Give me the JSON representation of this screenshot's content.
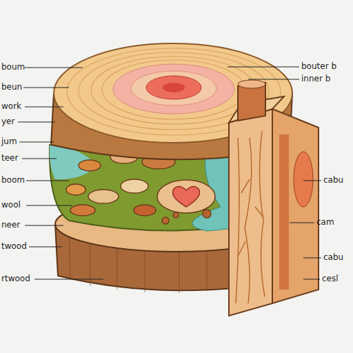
{
  "diagram": {
    "labels": [
      "boum",
      "beun",
      "work",
      "yer",
      "jum",
      "teer",
      "boom",
      "wool",
      "neer",
      "twood",
      "rtwood",
      "bouter b",
      "inner b",
      "cabu",
      "cam",
      "cabu",
      "cesl"
    ]
  }
}
